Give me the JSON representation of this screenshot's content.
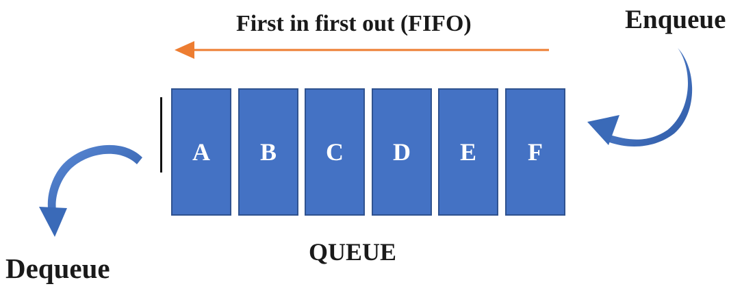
{
  "diagram": {
    "direction_label": "First in first out (FIFO)",
    "enqueue_label": "Enqueue",
    "dequeue_label": "Dequeue",
    "queue_label": "QUEUE",
    "cells": [
      "A",
      "B",
      "C",
      "D",
      "E",
      "F"
    ],
    "colors": {
      "cell_fill": "#4472c4",
      "cell_border": "#2f528f",
      "fifo_arrow": "#ed7d31",
      "curved_arrow": "#3b6cb7"
    }
  }
}
